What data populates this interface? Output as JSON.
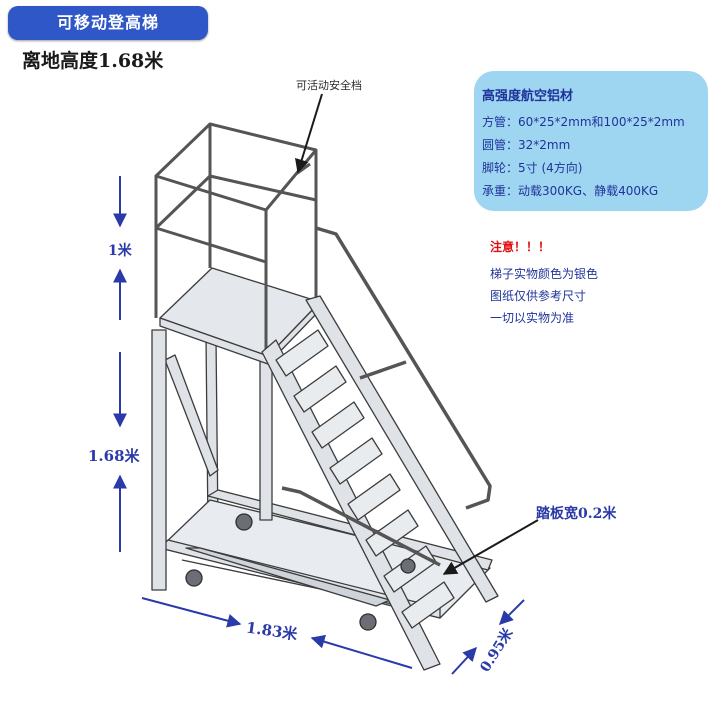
{
  "header": {
    "title": "可移动登高梯",
    "platform_height": "离地高度1.68米"
  },
  "callouts": {
    "safety_gate": "可活动安全档",
    "tread_width": "踏板宽0.2米"
  },
  "dimensions": {
    "guard_height": "1米",
    "platform_height": "1.68米",
    "length": "1.83米",
    "width": "0.95米"
  },
  "specs": {
    "heading": "高强度航空铝材",
    "lines": [
      "方管：60*25*2mm和100*25*2mm",
      "圆管：32*2mm",
      "脚轮：5寸 (4方向)",
      "承重：动载300KG、静载400KG"
    ]
  },
  "notice": {
    "title": "注意！！！",
    "lines": [
      "梯子实物颜色为银色",
      "图纸仅供参考尺寸",
      "一切以实物为准"
    ]
  },
  "colors": {
    "badge": "#2f57c8",
    "spec_box": "#9ed6f2",
    "dimension_text": "#2a3aa8",
    "notice_red": "#e01010",
    "frame_fill": "#dfe3e8",
    "frame_stroke": "#3c3c3c"
  }
}
